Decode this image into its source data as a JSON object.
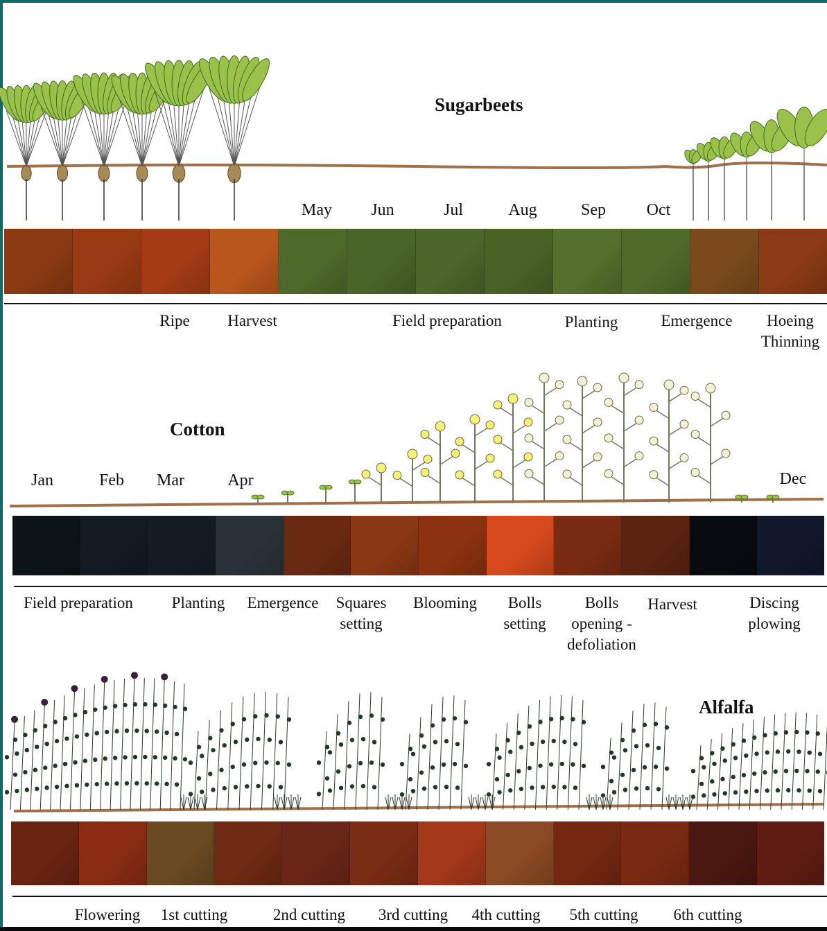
{
  "sugarbeets": {
    "title": "Sugarbeets",
    "months": [
      "May",
      "Jun",
      "Jul",
      "Aug",
      "Sep",
      "Oct"
    ],
    "stages": [
      "Ripe",
      "Harvest",
      "Field preparation",
      "Planting",
      "Emergence",
      "Hoeing\nThinning"
    ],
    "tile_colors": [
      "#8a3a12",
      "#9a3a14",
      "#a33c16",
      "#b9561c",
      "#4e6a2a",
      "#4a6528",
      "#4d662a",
      "#4a6226",
      "#55702c",
      "#506a2a",
      "#7a4a1c",
      "#8a3a14"
    ]
  },
  "cotton": {
    "title": "Cotton",
    "months": [
      "Jan",
      "Feb",
      "Mar",
      "Apr",
      "Dec"
    ],
    "stages": [
      "Field preparation",
      "Planting",
      "Emergence",
      "Squares\nsetting",
      "Blooming",
      "Bolls\nsetting",
      "Bolls\nopening -\ndefoliation",
      "Harvest",
      "Discing\nplowing"
    ],
    "tile_colors": [
      "#0d1418",
      "#121a22",
      "#141c22",
      "#2a3238",
      "#6a2a12",
      "#8a3814",
      "#8c3210",
      "#d64a1c",
      "#7a2c12",
      "#5a2410",
      "#080c10",
      "#10182a"
    ]
  },
  "alfalfa": {
    "title": "Alfalfa",
    "stages": [
      "Flowering",
      "1st cutting",
      "2nd cutting",
      "3rd cutting",
      "4th cutting",
      "5th cutting",
      "6th cutting"
    ],
    "tile_colors": [
      "#6a2412",
      "#8a2c14",
      "#6a4a22",
      "#6e2a12",
      "#6a2616",
      "#7a2c14",
      "#a4381a",
      "#8a4a24",
      "#742812",
      "#7a2a14",
      "#4a1810",
      "#5e1c12"
    ]
  },
  "colors": {
    "frame": "#0e6b66",
    "leaf": "#9ac24a",
    "leaf_dark": "#3d6b1e",
    "soil": "#a0704a",
    "stem": "#6e7a5a",
    "flower": "#f4f07a",
    "alfalfa_leaf": "#1f3a22",
    "alfalfa_flower": "#3a1e3a"
  },
  "icons": [
    "sugarbeet-plant-icon",
    "cotton-plant-icon",
    "alfalfa-plant-icon"
  ]
}
